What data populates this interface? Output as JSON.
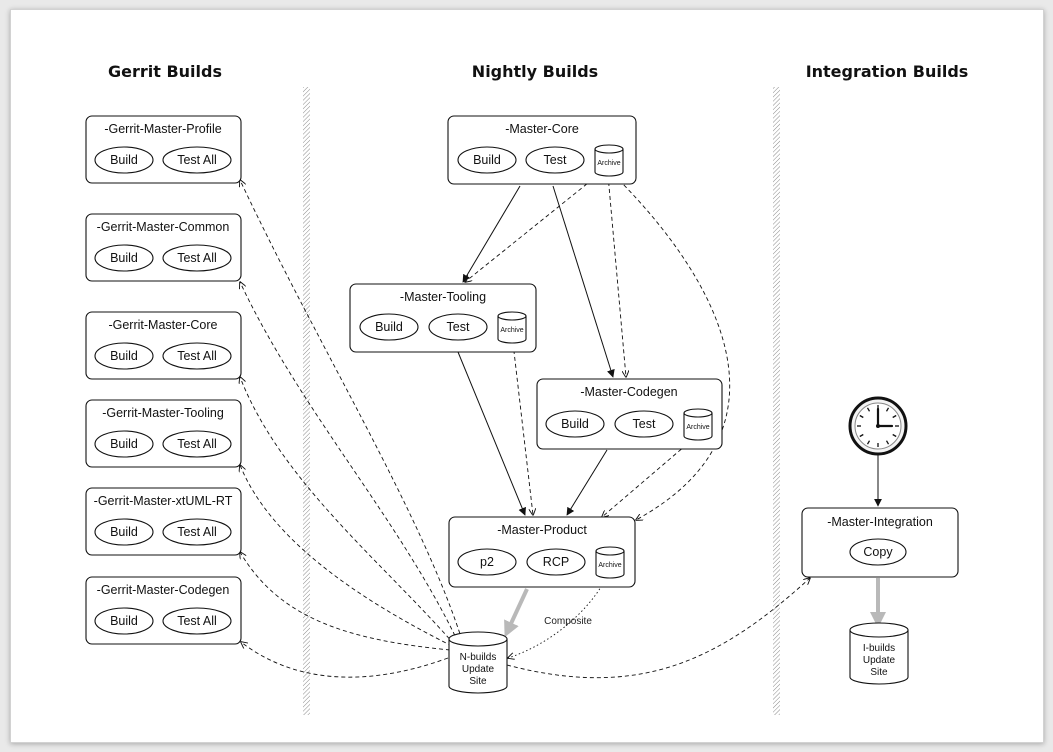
{
  "columns": {
    "gerrit": "Gerrit Builds",
    "nightly": "Nightly Builds",
    "integration": "Integration Builds"
  },
  "gerrit_jobs": [
    {
      "title": "-Gerrit-Master-Profile",
      "build": "Build",
      "test": "Test All"
    },
    {
      "title": "-Gerrit-Master-Common",
      "build": "Build",
      "test": "Test All"
    },
    {
      "title": "-Gerrit-Master-Core",
      "build": "Build",
      "test": "Test All"
    },
    {
      "title": "-Gerrit-Master-Tooling",
      "build": "Build",
      "test": "Test All"
    },
    {
      "title": "-Gerrit-Master-xtUML-RT",
      "build": "Build",
      "test": "Test All"
    },
    {
      "title": "-Gerrit-Master-Codegen",
      "build": "Build",
      "test": "Test All"
    }
  ],
  "nightly_jobs": {
    "core": {
      "title": "-Master-Core",
      "build": "Build",
      "test": "Test",
      "archive": "Archive"
    },
    "tooling": {
      "title": "-Master-Tooling",
      "build": "Build",
      "test": "Test",
      "archive": "Archive"
    },
    "codegen": {
      "title": "-Master-Codegen",
      "build": "Build",
      "test": "Test",
      "archive": "Archive"
    },
    "product": {
      "title": "-Master-Product",
      "p2": "p2",
      "rcp": "RCP",
      "archive": "Archive"
    }
  },
  "nbuilds_site": {
    "line1": "N-builds",
    "line2": "Update",
    "line3": "Site"
  },
  "composite_label": "Composite",
  "integration": {
    "title": "-Master-Integration",
    "copy": "Copy",
    "clock": "clock-icon",
    "site": {
      "line1": "I-builds",
      "line2": "Update",
      "line3": "Site"
    }
  }
}
